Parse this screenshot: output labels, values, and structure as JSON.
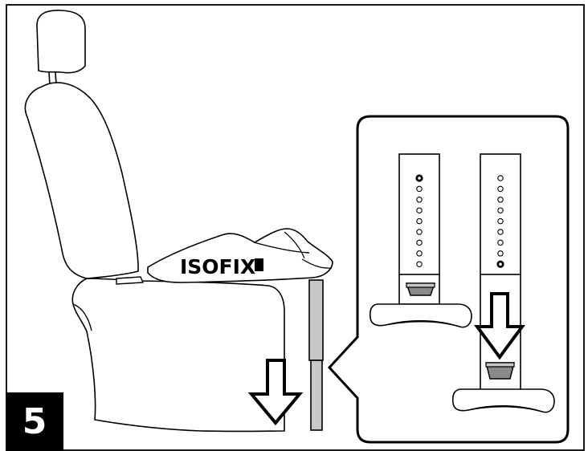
{
  "step": {
    "number": "5"
  },
  "base": {
    "logo_text": "ISOFIX"
  },
  "detail": {
    "left_leg": {
      "holes": 9,
      "selected_hole": 1
    },
    "right_leg": {
      "holes": 9,
      "selected_hole": 9
    }
  },
  "colors": {
    "line": "#000000",
    "leg_fill": "#c8c8c8",
    "foot_fill": "#8a8a8a",
    "background": "#ffffff"
  },
  "icons": {
    "main_arrow": "down-arrow-icon",
    "detail_arrow": "down-arrow-icon"
  }
}
